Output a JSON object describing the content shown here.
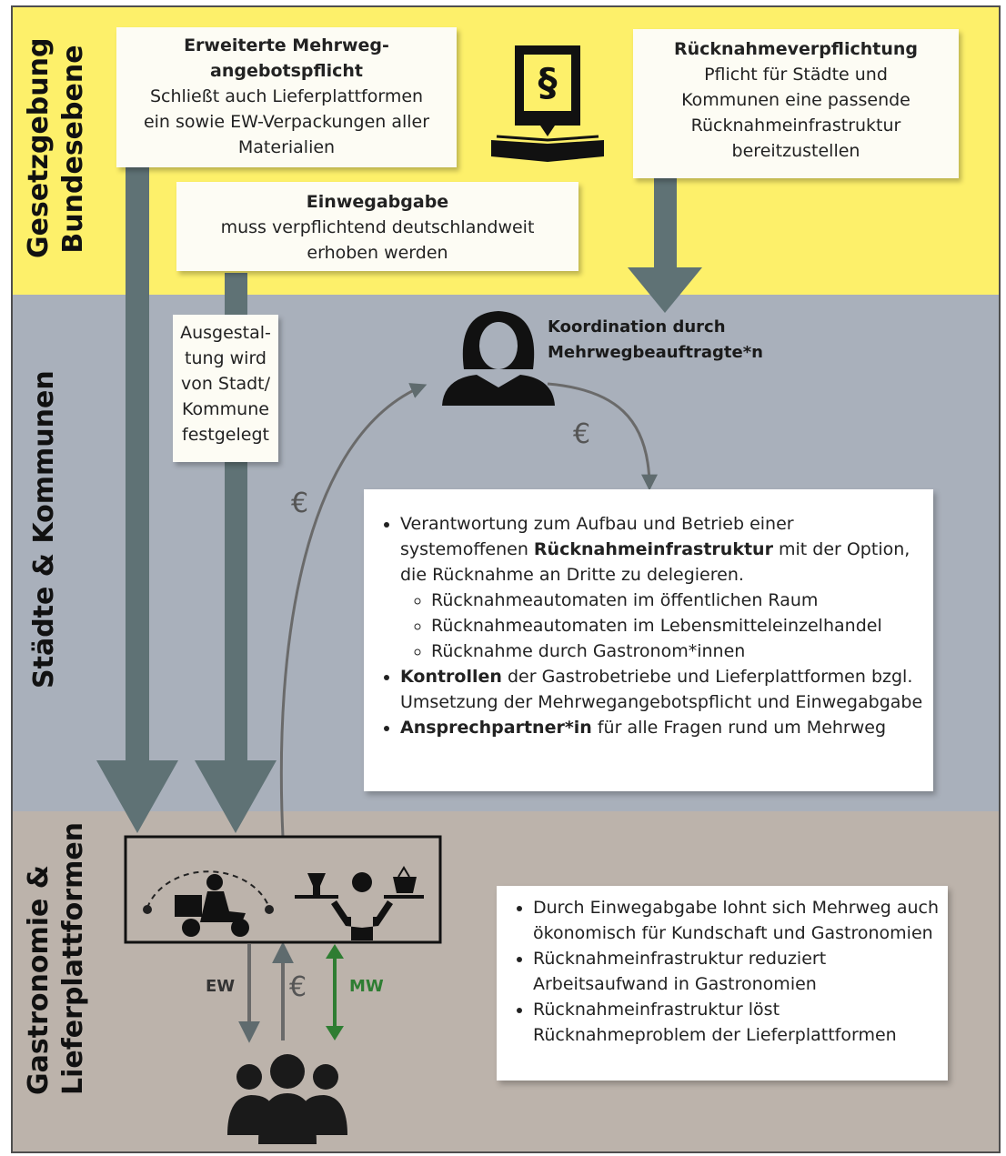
{
  "bands": {
    "federal": {
      "label_line1": "Gesetzgebung",
      "label_line2": "Bundesebene"
    },
    "cities": {
      "label": "Städte & Kommunen"
    },
    "gastro": {
      "label_line1": "Gastronomie &",
      "label_line2": "Lieferplattformen"
    }
  },
  "federal_boxes": {
    "mehrweg": {
      "title_line1": "Erweiterte Mehrweg-",
      "title_line2": "angebotspflicht",
      "line1": "Schließt auch Lieferplattformen",
      "line2": "ein sowie EW-Verpackungen aller",
      "line3": "Materialien"
    },
    "einweg": {
      "title": "Einwegabgabe",
      "line1": "muss verpflichtend deutschlandweit",
      "line2": "erhoben werden"
    },
    "ruecknahme": {
      "title": "Rücknahmeverpflichtung",
      "line1": "Pflicht für Städte und",
      "line2": "Kommunen eine passende",
      "line3": "Rücknahmeinfrastruktur",
      "line4": "bereitzustellen"
    }
  },
  "law_icon": {
    "symbol": "§",
    "name": "law-book-icon"
  },
  "ausgestaltung": {
    "line1": "Ausgestal-",
    "line2": "tung wird",
    "line3": "von Stadt/",
    "line4": "Kommune",
    "line5": "festgelegt"
  },
  "coordinator": {
    "line1": "Koordination durch",
    "line2": "Mehrwegbeauftragte*n"
  },
  "euro_symbol": "€",
  "cities_box": {
    "b1_pre": "Verantwortung zum Aufbau und Betrieb einer systemoffenen ",
    "b1_bold": "Rücknahmeinfrastruktur",
    "b1_post": " mit der Option, die Rücknahme an Dritte zu delegieren.",
    "sub": [
      "Rücknahmeautomaten im öffentlichen Raum",
      "Rücknahmeautomaten im Lebensmitteleinzelhandel",
      "Rücknahme durch Gastronom*innen"
    ],
    "b2_bold": "Kontrollen",
    "b2_post": " der Gastrobetriebe und Lieferplattformen bzgl. Umsetzung der Mehrwegangebotspflicht und Einwegabgabe",
    "b3_bold": "Ansprechpartner*in",
    "b3_post": " für alle Fragen rund um Mehrweg"
  },
  "gastro_box": {
    "items": [
      "Durch Einwegabgabe lohnt sich Mehrweg auch ökonomisch für Kundschaft und Gastronomien",
      "Rücknahmeinfrastruktur reduziert Arbeitsaufwand in Gastronomien",
      "Rücknahmeinfrastruktur löst Rücknahmeproblem der Lieferplattformen"
    ]
  },
  "flow_labels": {
    "ew": "EW",
    "mw": "MW"
  },
  "colors": {
    "yellow": "#fdf06a",
    "slate": "#a9b0bb",
    "taupe": "#bcb3ab",
    "arrow": "#5f7275",
    "green": "#2e7d32"
  }
}
